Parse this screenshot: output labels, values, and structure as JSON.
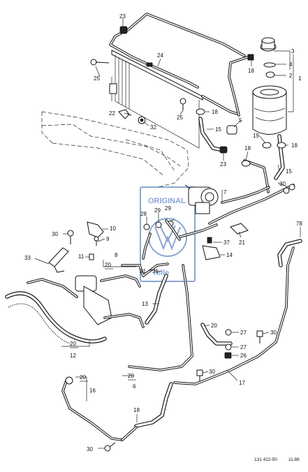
{
  "callouts": [
    {
      "id": "c23a",
      "text": "23"
    },
    {
      "id": "c3",
      "text": "3"
    },
    {
      "id": "c4",
      "text": "4"
    },
    {
      "id": "c1",
      "text": "1"
    },
    {
      "id": "c2",
      "text": "2"
    },
    {
      "id": "c24",
      "text": "24"
    },
    {
      "id": "c18a",
      "text": "18"
    },
    {
      "id": "c25a",
      "text": "25"
    },
    {
      "id": "c18b",
      "text": "18"
    },
    {
      "id": "c5",
      "text": "5"
    },
    {
      "id": "c22",
      "text": "22"
    },
    {
      "id": "c25b",
      "text": "25"
    },
    {
      "id": "c15a",
      "text": "15"
    },
    {
      "id": "c32",
      "text": "32"
    },
    {
      "id": "c19",
      "text": "19"
    },
    {
      "id": "c18c",
      "text": "18"
    },
    {
      "id": "c18d",
      "text": "18"
    },
    {
      "id": "c23b",
      "text": "23"
    },
    {
      "id": "c15b",
      "text": "15"
    },
    {
      "id": "c30a",
      "text": "30"
    },
    {
      "id": "c7",
      "text": "7"
    },
    {
      "id": "c28",
      "text": "28"
    },
    {
      "id": "c29a",
      "text": "29"
    },
    {
      "id": "c29b",
      "text": "29"
    },
    {
      "id": "c10",
      "text": "10"
    },
    {
      "id": "c30b",
      "text": "30"
    },
    {
      "id": "c9",
      "text": "9"
    },
    {
      "id": "c21",
      "text": "21"
    },
    {
      "id": "c31a",
      "text": "31"
    },
    {
      "id": "c33",
      "text": "33"
    },
    {
      "id": "c11",
      "text": "11"
    },
    {
      "id": "c8",
      "text": "8"
    },
    {
      "id": "c37",
      "text": "37"
    },
    {
      "id": "c14",
      "text": "14"
    },
    {
      "id": "c20a",
      "text": "20"
    },
    {
      "id": "c31b",
      "text": "31"
    },
    {
      "id": "c13",
      "text": "13"
    },
    {
      "id": "c20b",
      "text": "20"
    },
    {
      "id": "c27a",
      "text": "27"
    },
    {
      "id": "c30c",
      "text": "30"
    },
    {
      "id": "c27b",
      "text": "27"
    },
    {
      "id": "c26",
      "text": "26"
    },
    {
      "id": "c20c",
      "text": "20"
    },
    {
      "id": "c12",
      "text": "12"
    },
    {
      "id": "c30d",
      "text": "30"
    },
    {
      "id": "c20d",
      "text": "20"
    },
    {
      "id": "c6",
      "text": "6"
    },
    {
      "id": "c17",
      "text": "17"
    },
    {
      "id": "c20e",
      "text": "20"
    },
    {
      "id": "c16",
      "text": "16"
    },
    {
      "id": "c18e",
      "text": "18"
    },
    {
      "id": "c30e",
      "text": "30"
    },
    {
      "id": "c78",
      "text": "78"
    }
  ],
  "watermark": {
    "line1": "ORIGINAL",
    "line2": "Teile"
  },
  "footer": {
    "diagram_code": "131 422-50",
    "date": "11.88"
  }
}
